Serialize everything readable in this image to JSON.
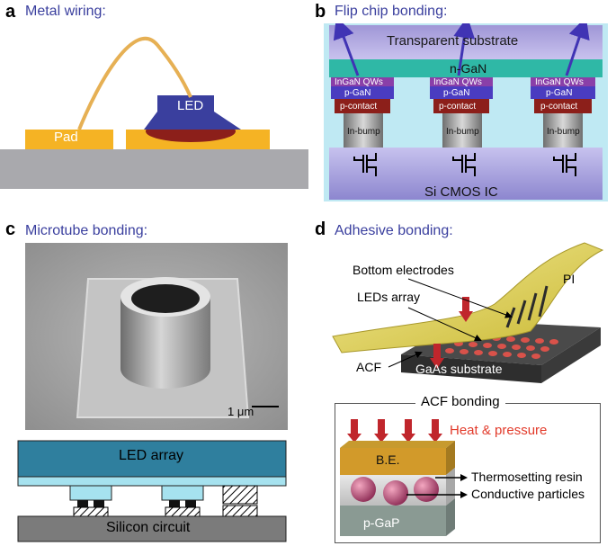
{
  "panels": {
    "a": {
      "letter": "a",
      "title": "Metal wiring:",
      "pad_label": "Pad",
      "led_label": "LED"
    },
    "b": {
      "letter": "b",
      "title": "Flip chip bonding:",
      "transparent_substrate": "Transparent substrate",
      "n_gan": "n-GaN",
      "ingan_qws": "InGaN QWs",
      "p_gan": "p-GaN",
      "p_contact": "p-contact",
      "in_bump": "In-bump",
      "si_cmos": "Si CMOS IC"
    },
    "c": {
      "letter": "c",
      "title": "Microtube bonding:",
      "scale_bar": "1 μm",
      "led_array": "LED array",
      "silicon_circuit": "Silicon circuit"
    },
    "d": {
      "letter": "d",
      "title": "Adhesive bonding:",
      "bottom_electrodes": "Bottom electrodes",
      "pi": "PI",
      "leds_array": "LEDs array",
      "acf": "ACF",
      "gaas_substrate": "GaAs substrate",
      "acf_bonding": "ACF bonding",
      "heat_pressure": "Heat & pressure",
      "be": "B.E.",
      "thermosetting_resin": "Thermosetting resin",
      "conductive_particles": "Conductive particles",
      "p_gap": "p-GaP"
    }
  },
  "colors": {
    "title_blue": "#3a3f9e",
    "gold": "#f5b324",
    "gray_substrate": "#a9a9ad",
    "led_navy": "#3a3f9e",
    "teal": "#2fb8a6",
    "purple": "#8a3fa8",
    "dark_red": "#8c1f1a",
    "light_blue": "#a6e2ef",
    "heat_red": "#e23a2a"
  }
}
